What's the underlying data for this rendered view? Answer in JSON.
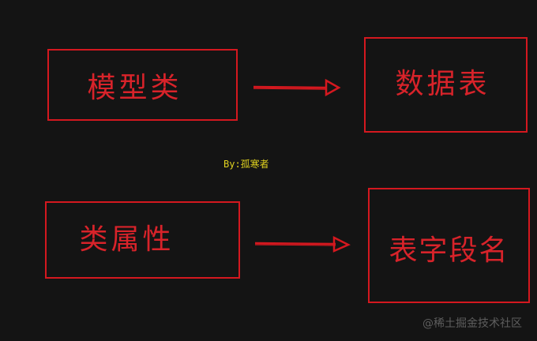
{
  "diagram": {
    "row1": {
      "source_label": "模型类",
      "target_label": "数据表"
    },
    "row2": {
      "source_label": "类属性",
      "target_label": "表字段名"
    },
    "arrow_icon": "right-double-arrow",
    "credit": "By:孤寒者",
    "colors": {
      "background": "#141414",
      "stroke": "#d4181f",
      "text": "#d8232a",
      "credit": "#e0d21f"
    }
  },
  "watermark": "@稀土掘金技术社区"
}
